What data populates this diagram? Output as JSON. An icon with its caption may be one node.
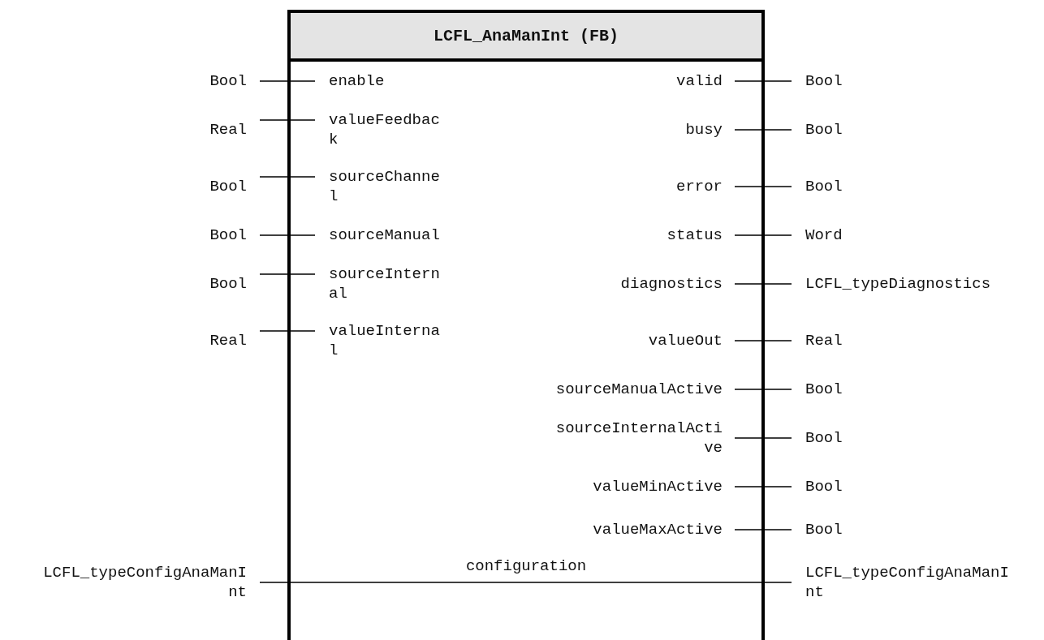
{
  "diagram": {
    "nodes": [
      {
        "text": [
          "LCFL_AnaManInt (FB)"
        ]
      },
      {
        "text": [
          "Bool"
        ]
      },
      {
        "text": [
          "enable"
        ],
        "in": 0
      },
      {
        "text": [
          "valid"
        ],
        "in": 0
      },
      {
        "text": [
          "Bool"
        ]
      },
      {
        "text": [
          "Real"
        ]
      },
      {
        "text": [
          "valueFeedback"
        ],
        "in": 0
      },
      {
        "text": [
          "busy"
        ],
        "in": 0
      },
      {
        "text": [
          "Bool"
        ]
      },
      {
        "text": [
          "Bool"
        ]
      },
      {
        "text": [
          "sourceChannel"
        ],
        "in": 0
      },
      {
        "text": [
          "error"
        ],
        "in": 0
      },
      {
        "text": [
          "Bool"
        ]
      },
      {
        "text": [
          "Bool"
        ]
      },
      {
        "text": [
          "sourceManual"
        ],
        "in": 0
      },
      {
        "text": [
          "status"
        ],
        "in": 0
      },
      {
        "text": [
          "Word"
        ]
      },
      {
        "text": [
          "Bool"
        ]
      },
      {
        "text": [
          "sourceInternal"
        ],
        "in": 0
      },
      {
        "text": [
          "diagnostics"
        ],
        "in": 0
      },
      {
        "text": [
          "LCFL_typeDiagnostics"
        ]
      },
      {
        "text": [
          "Real"
        ]
      },
      {
        "text": [
          "valueInternal"
        ],
        "in": 0
      },
      {
        "text": [
          "valueOut"
        ],
        "in": 0
      },
      {
        "text": [
          "Real"
        ]
      },
      {
        "text": [
          "sourceManualActive"
        ],
        "in": 0
      },
      {
        "text": [
          "Bool"
        ]
      },
      {
        "text": [
          "sourceInternalActive"
        ],
        "in": 0
      },
      {
        "text": [
          "Bool"
        ]
      },
      {
        "text": [
          "valueMinActive"
        ],
        "in": 0
      },
      {
        "text": [
          "Bool"
        ]
      },
      {
        "text": [
          "valueMaxActive"
        ],
        "in": 0
      },
      {
        "text": [
          "Bool"
        ]
      },
      {
        "text": [
          "LCFL_typeConfigAnaManInt"
        ]
      },
      {
        "text": [
          "LCFL_typeConfigAnaManInt"
        ]
      }
    ],
    "edges": [
      {
        "from": 1,
        "to": 2,
        "arrow": "none"
      },
      {
        "from": 3,
        "to": 4,
        "arrow": "none"
      },
      {
        "from": 5,
        "to": 6,
        "arrow": "none"
      },
      {
        "from": 7,
        "to": 8,
        "arrow": "none"
      },
      {
        "from": 9,
        "to": 10,
        "arrow": "none"
      },
      {
        "from": 11,
        "to": 12,
        "arrow": "none"
      },
      {
        "from": 13,
        "to": 14,
        "arrow": "none"
      },
      {
        "from": 15,
        "to": 16,
        "arrow": "none"
      },
      {
        "from": 17,
        "to": 18,
        "arrow": "none"
      },
      {
        "from": 19,
        "to": 20,
        "arrow": "none"
      },
      {
        "from": 21,
        "to": 22,
        "arrow": "none"
      },
      {
        "from": 23,
        "to": 24,
        "arrow": "none"
      },
      {
        "from": 25,
        "to": 26,
        "arrow": "none"
      },
      {
        "from": 27,
        "to": 28,
        "arrow": "none"
      },
      {
        "from": 29,
        "to": 30,
        "arrow": "none"
      },
      {
        "from": 31,
        "to": 32,
        "arrow": "none"
      },
      {
        "from": 33,
        "to": 34,
        "arrow": "none",
        "label": "configuration"
      }
    ]
  }
}
